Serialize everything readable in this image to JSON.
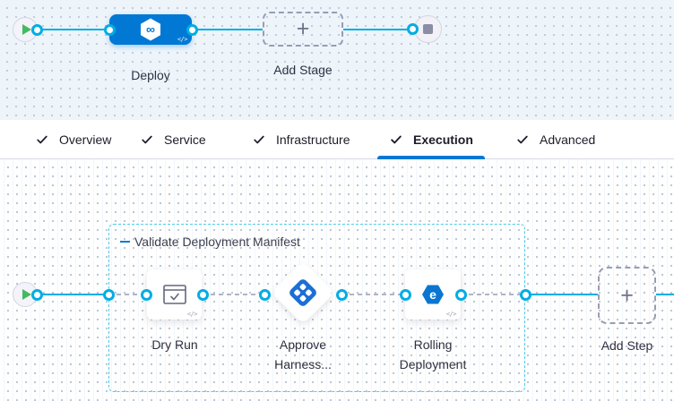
{
  "stage_flow": {
    "deploy_label": "Deploy",
    "add_stage_label": "Add Stage",
    "plus_glyph": "+",
    "code_glyph": "</>"
  },
  "tabs": {
    "items": [
      {
        "label": "Overview"
      },
      {
        "label": "Service"
      },
      {
        "label": "Infrastructure"
      },
      {
        "label": "Execution"
      },
      {
        "label": "Advanced"
      }
    ],
    "active_tab": "Execution"
  },
  "execution_flow": {
    "group_title": "Validate Deployment Manifest",
    "steps": [
      {
        "label": "Dry Run"
      },
      {
        "label_line1": "Approve",
        "label_line2": "Harness..."
      },
      {
        "label_line1": "Rolling",
        "label_line2": "Deployment"
      }
    ],
    "add_step_label": "Add Step",
    "plus_glyph": "+",
    "code_glyph": "</>"
  },
  "colors": {
    "accent_blue": "#0278d5",
    "connector_cyan": "#00ade4",
    "group_border_cyan": "#4ec9ea",
    "play_green": "#42ba61",
    "stop_grey": "#8b8da4",
    "stage_node_blue": "#0278d5"
  }
}
